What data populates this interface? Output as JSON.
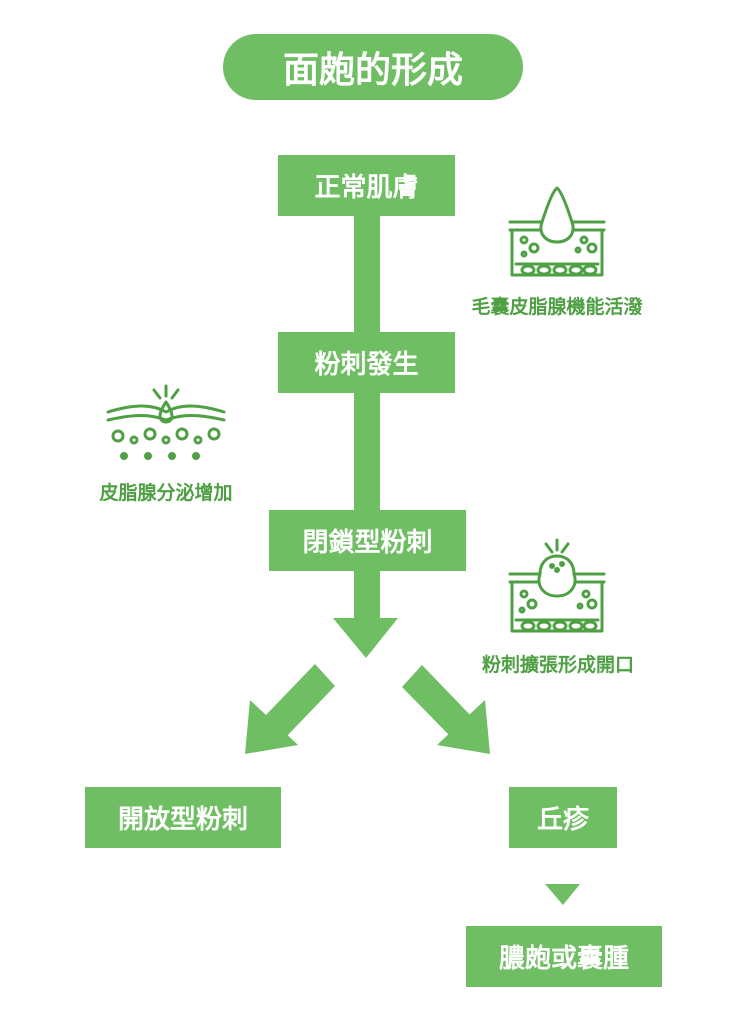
{
  "title": "面皰的形成",
  "steps": {
    "normal_skin": "正常肌膚",
    "comedo_onset": "粉刺發生",
    "closed_comedo": "閉鎖型粉刺",
    "open_comedo": "開放型粉刺",
    "papule": "丘疹",
    "pustule_cyst": "膿皰或囊腫"
  },
  "notes": {
    "follicle_active": "毛囊皮脂腺機能活潑",
    "sebum_increase": "皮脂腺分泌增加",
    "comedo_expand": "粉刺擴張形成開口"
  },
  "colors": {
    "green": "#6fbe63",
    "note_green": "#4fa044",
    "background": "#ffffff"
  },
  "icons": [
    "skin-follicle-icon",
    "sebum-secretion-icon",
    "comedo-opening-icon"
  ]
}
